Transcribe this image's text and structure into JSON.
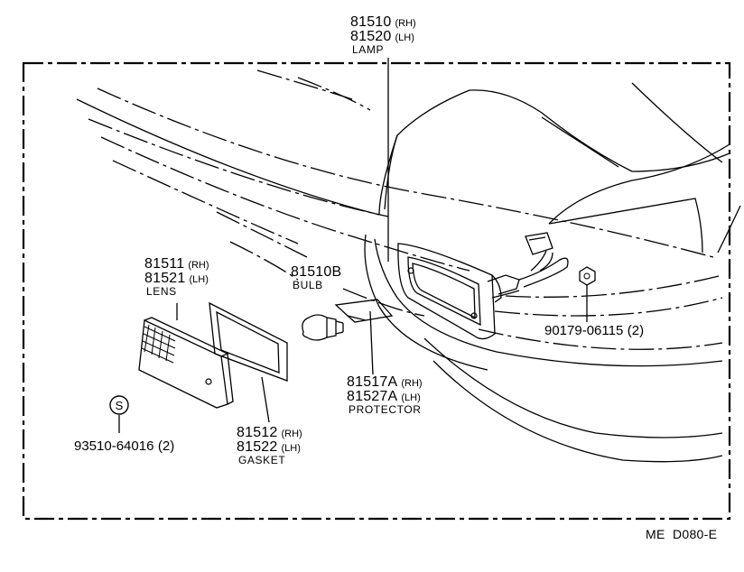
{
  "parts": {
    "lamp": {
      "rh_number": "81510",
      "rh_side": "(RH)",
      "lh_number": "81520",
      "lh_side": "(LH)",
      "name": "LAMP"
    },
    "lens": {
      "rh_number": "81511",
      "rh_side": "(RH)",
      "lh_number": "81521",
      "lh_side": "(LH)",
      "name": "LENS"
    },
    "bulb": {
      "number": "81510B",
      "name": "BULB"
    },
    "gasket": {
      "rh_number": "81512",
      "rh_side": "(RH)",
      "lh_number": "81522",
      "lh_side": "(LH)",
      "name": "GASKET"
    },
    "protector": {
      "rh_number": "81517A",
      "rh_side": "(RH)",
      "lh_number": "81527A",
      "lh_side": "(LH)",
      "name": "PROTECTOR"
    },
    "nut": {
      "number": "90179-06115",
      "qty": "(2)"
    },
    "screw": {
      "number": "93510-64016",
      "qty": "(2)",
      "symbol": "S"
    }
  },
  "diagram_code": "ME  D080-E"
}
